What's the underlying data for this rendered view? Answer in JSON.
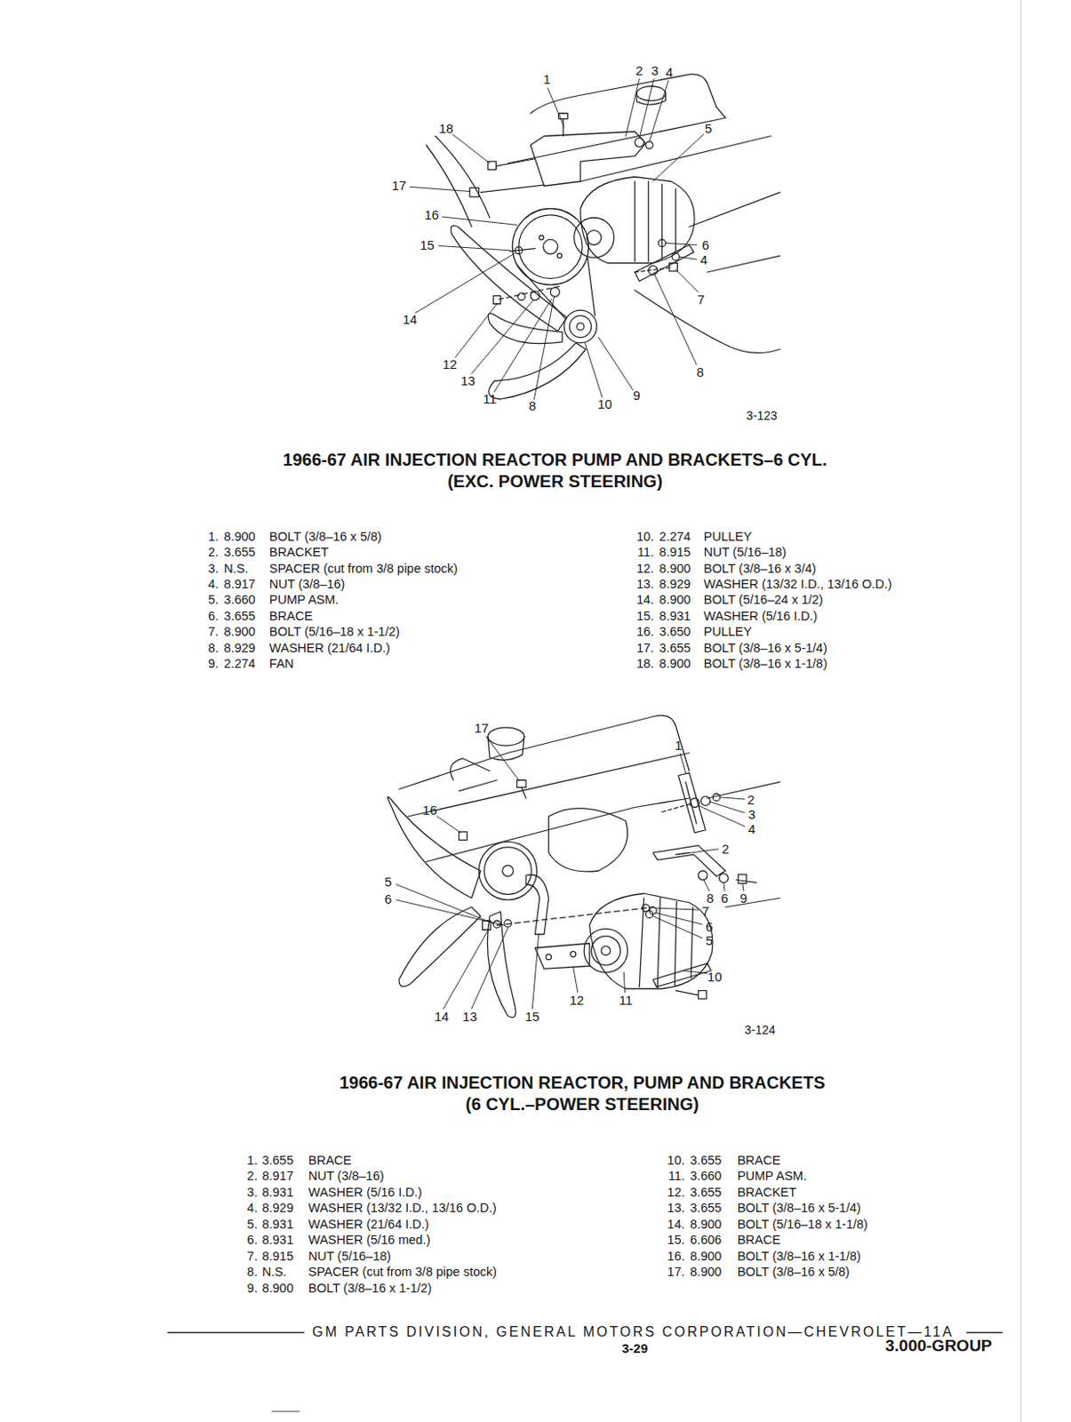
{
  "diagram": {
    "labels": [
      "1",
      "2",
      "3",
      "4",
      "5",
      "18",
      "17",
      "16",
      "15",
      "6",
      "4",
      "7",
      "14",
      "12",
      "13",
      "8",
      "11",
      "8",
      "10",
      "9",
      "3-123",
      "1966-67 AIR INJECTION REACTOR PUMP AND BRACKETS–6 CYL. (EXC. POWER STEERING)",
      "1.",
      "8.900",
      "BOLT (3/8–16 x 5/8)",
      "2.",
      "3.655",
      "BRACKET",
      "3.",
      "N.S.",
      "SPACER (cut from 3/8 pipe stock)",
      "4.",
      "8.917",
      "NUT (3/8–16)",
      "5.",
      "3.660",
      "PUMP ASM.",
      "6.",
      "3.655",
      "BRACE",
      "7.",
      "8.900",
      "BOLT (5/16–18 x 1-1/2)",
      "8.",
      "8.929",
      "WASHER (21/64 I.D.)",
      "9.",
      "2.274",
      "FAN",
      "10.",
      "2.274",
      "PULLEY",
      "11.",
      "8.915",
      "NUT (5/16–18)",
      "12.",
      "8.900",
      "BOLT (3/8–16 x 3/4)",
      "13.",
      "8.929",
      "WASHER (13/32 I.D., 13/16 O.D.)",
      "14.",
      "8.900",
      "BOLT (5/16–24 x 1/2)",
      "15.",
      "8.931",
      "WASHER (5/16 I.D.)",
      "16.",
      "3.650",
      "PULLEY",
      "17.",
      "3.655",
      "BOLT (3/8–16 x 5-1/4)",
      "18.",
      "8.900",
      "BOLT (3/8–16 x 1-1/8)",
      "17",
      "1",
      "2",
      "3",
      "4",
      "16",
      "2",
      "5",
      "6",
      "8",
      "6",
      "9",
      "7",
      "6",
      "5",
      "10",
      "12",
      "11",
      "14",
      "13",
      "15",
      "3-124",
      "1966-67 AIR INJECTION REACTOR, PUMP AND BRACKETS (6 CYL.–POWER STEERING)",
      "1.",
      "3.655",
      "BRACE",
      "2.",
      "8.917",
      "NUT (3/8–16)",
      "3.",
      "8.931",
      "WASHER (5/16 I.D.)",
      "4.",
      "8.929",
      "WASHER (13/32 I.D., 13/16 O.D.)",
      "5.",
      "8.931",
      "WASHER (21/64 I.D.)",
      "6.",
      "8.931",
      "WASHER (5/16 med.)",
      "7.",
      "8.915",
      "NUT (5/16–18)",
      "8.",
      "N.S.",
      "SPACER (cut from 3/8 pipe stock)",
      "9.",
      "8.900",
      "BOLT (3/8–16 x 1-1/2)",
      "10.",
      "3.655",
      "BRACE",
      "11.",
      "3.660",
      "PUMP ASM.",
      "12.",
      "3.655",
      "BRACKET",
      "13.",
      "3.655",
      "BOLT (3/8–16 x 5-1/4)",
      "14.",
      "8.900",
      "BOLT (5/16–18 x 1-1/8)",
      "15.",
      "6.606",
      "BRACE",
      "16.",
      "8.900",
      "BOLT (3/8–16 x 1-1/8)",
      "17.",
      "8.900",
      "BOLT (3/8–16 x 5/8)",
      "GM PARTS DIVISION, GENERAL MOTORS CORPORATION—CHEVROLET—11A",
      "3-29",
      "3.000-GROUP"
    ]
  }
}
